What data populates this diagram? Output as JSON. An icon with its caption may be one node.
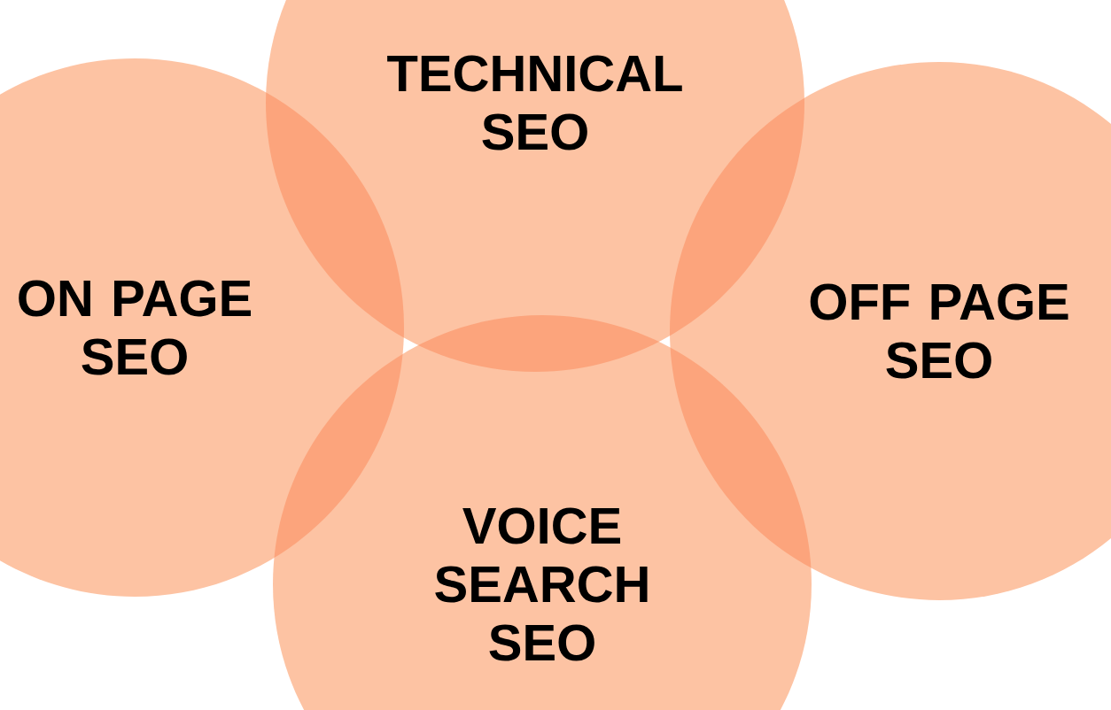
{
  "diagram": {
    "nodes": [
      {
        "text": [
          "TECHNICAL SEO"
        ]
      },
      {
        "text": [
          "ON PAGE SEO"
        ]
      },
      {
        "text": [
          "OFF PAGE SEO"
        ]
      },
      {
        "text": [
          "VOICE SEARCH SEO"
        ]
      }
    ]
  }
}
